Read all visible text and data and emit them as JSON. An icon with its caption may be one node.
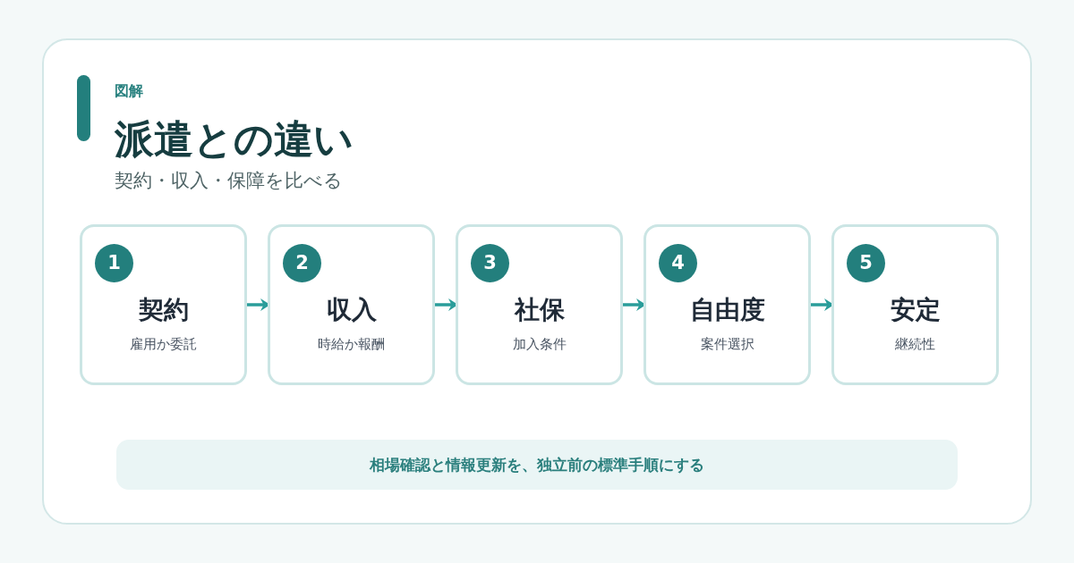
{
  "diagram": {
    "title": "派遣との違い",
    "nodes": [
      {
        "text": [
          "契約",
          "雇用か委託"
        ]
      },
      {
        "text": [
          "1"
        ],
        "in": 0
      },
      {
        "text": [
          "収入",
          "時給か報酬"
        ]
      },
      {
        "text": [
          "2"
        ],
        "in": 2
      },
      {
        "text": [
          "社保",
          "加入条件"
        ]
      },
      {
        "text": [
          "3"
        ],
        "in": 4
      },
      {
        "text": [
          "自由度",
          "案件選択"
        ]
      },
      {
        "text": [
          "4"
        ],
        "in": 6
      },
      {
        "text": [
          "安定",
          "継続性"
        ]
      },
      {
        "text": [
          "5"
        ],
        "in": 8
      },
      {
        "text": [
          "相場確認と情報更新を、独立前の標準手順にする"
        ]
      }
    ],
    "edges": [
      {
        "from": 0,
        "to": 2,
        "arrow": "to"
      },
      {
        "from": 2,
        "to": 4,
        "arrow": "to"
      },
      {
        "from": 4,
        "to": 6,
        "arrow": "to"
      },
      {
        "from": 6,
        "to": 8,
        "arrow": "to"
      }
    ],
    "labels": [
      "図解",
      "契約・収入・保障を比べる"
    ]
  }
}
